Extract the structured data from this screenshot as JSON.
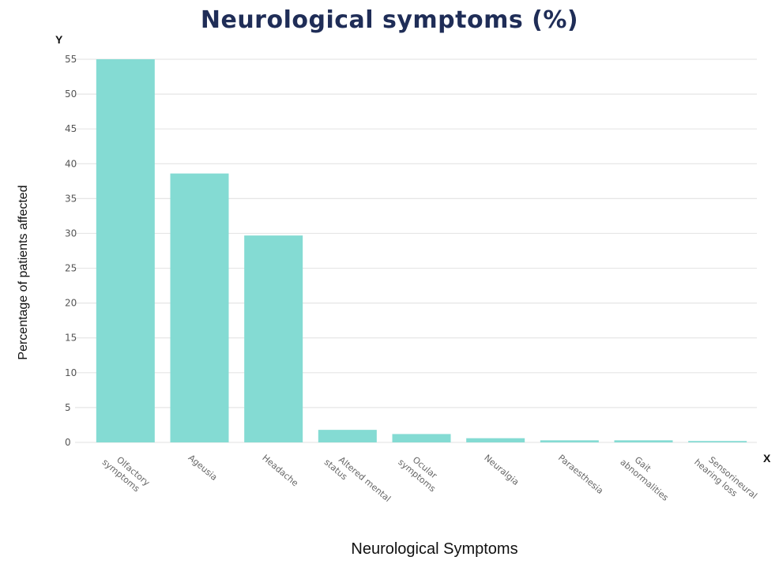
{
  "chart_data": {
    "type": "bar",
    "title": "Neurological symptoms (%)",
    "xlabel": "Neurological Symptoms",
    "ylabel": "Percentage of patients affected",
    "x_axis_letter": "X",
    "y_axis_letter": "Y",
    "categories": [
      "Olfactory symptoms",
      "Ageusia",
      "Headache",
      "Altered mental status",
      "Ocular symptoms",
      "Neuralgia",
      "Paraesthesia",
      "Gait abnormalities",
      "Sensorineural hearing loss"
    ],
    "category_lines": [
      [
        "Olfactory",
        "symptoms"
      ],
      [
        "Ageusia"
      ],
      [
        "Headache"
      ],
      [
        "Altered mental",
        "status"
      ],
      [
        "Ocular",
        "symptoms"
      ],
      [
        "Neuralgia"
      ],
      [
        "Paraesthesia"
      ],
      [
        "Gait",
        "abnormalities"
      ],
      [
        "Sensorineural",
        "hearing loss"
      ]
    ],
    "values": [
      55,
      38.6,
      29.7,
      1.8,
      1.2,
      0.6,
      0.3,
      0.3,
      0.2
    ],
    "ylim": [
      0,
      55
    ],
    "yticks": [
      0,
      5,
      10,
      15,
      20,
      25,
      30,
      35,
      40,
      45,
      50,
      55
    ],
    "grid": true,
    "legend": null,
    "colors": {
      "bar": "#84dbd3",
      "title": "#1f2d57",
      "grid": "#e6e6e6"
    }
  }
}
